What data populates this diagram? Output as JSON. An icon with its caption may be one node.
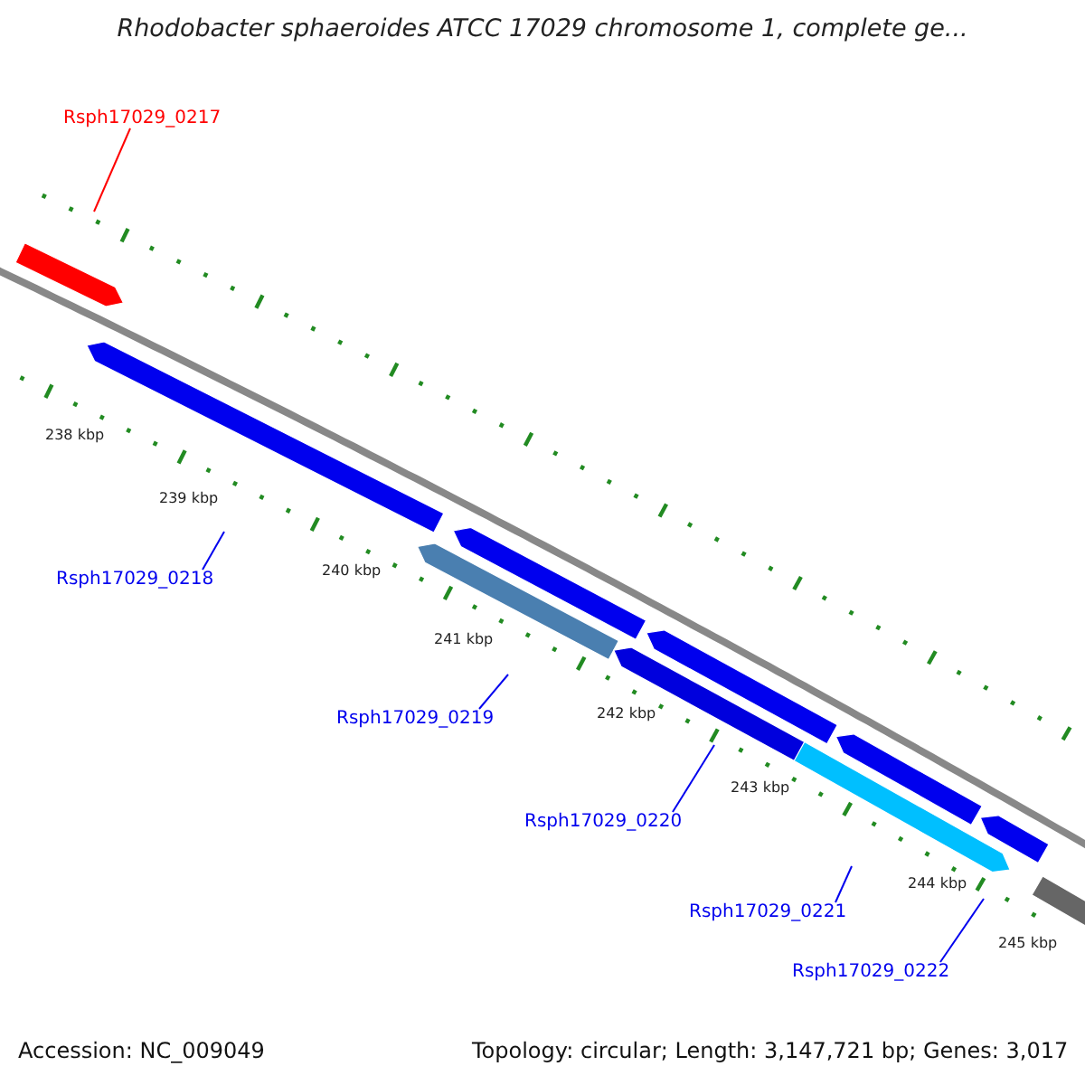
{
  "diagram": {
    "title": "Rhodobacter sphaeroides ATCC 17029 chromosome 1, complete ge...",
    "nodes": [
      {
        "text": [
          "Rsph17029_0217"
        ]
      },
      {
        "text": [
          "Rsph17029_0218"
        ]
      },
      {
        "text": [
          "Rsph17029_0219"
        ]
      },
      {
        "text": [
          "Rsph17029_0220"
        ]
      },
      {
        "text": [
          "Rsph17029_0221"
        ]
      },
      {
        "text": [
          "Rsph17029_0222"
        ]
      }
    ],
    "edges": [
      {
        "from": 0,
        "to": null,
        "arrow": "none",
        "color": "#ff0000"
      },
      {
        "from": 1,
        "to": null,
        "arrow": "none"
      },
      {
        "from": 2,
        "to": null,
        "arrow": "none"
      },
      {
        "from": 3,
        "to": null,
        "arrow": "none"
      },
      {
        "from": 4,
        "to": null,
        "arrow": "none"
      },
      {
        "from": 5,
        "to": null,
        "arrow": "none"
      }
    ],
    "labels": [
      "238 kbp",
      "239 kbp",
      "240 kbp",
      "241 kbp",
      "242 kbp",
      "243 kbp",
      "244 kbp",
      "245 kbp",
      "Accession: NC_009049",
      "Topology: circular; Length: 3,147,721 bp; Genes: 3,017"
    ]
  }
}
